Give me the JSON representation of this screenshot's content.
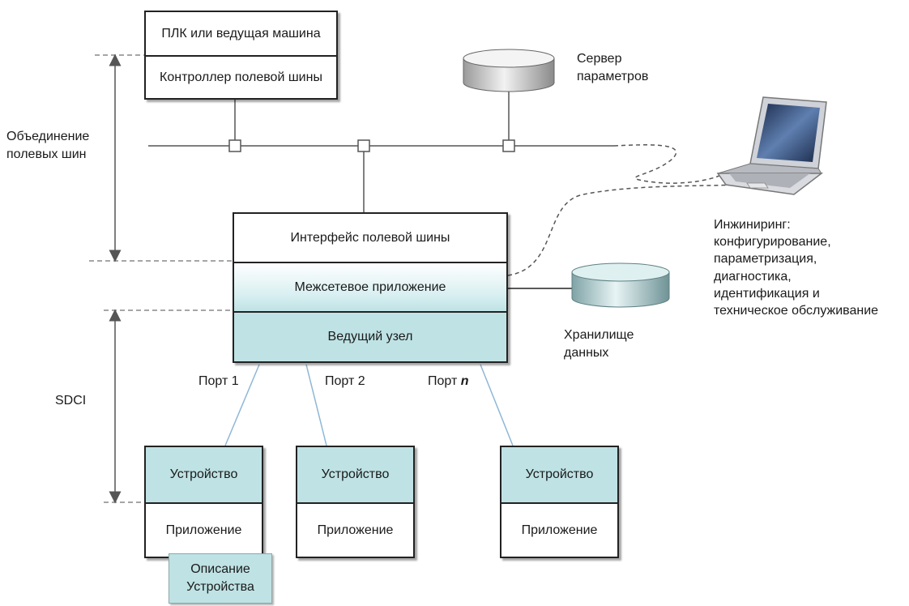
{
  "plc": {
    "top": "ПЛК или ведущая машина",
    "bottom": "Контроллер полевой шины"
  },
  "server": {
    "label": "Сервер параметров"
  },
  "left_labels": {
    "fieldbus": "Объединение полевых шин",
    "sdci": "SDCI"
  },
  "master": {
    "interface": "Интерфейс полевой шины",
    "gateway": "Межсетевое приложение",
    "node": "Ведущий узел"
  },
  "storage": {
    "label": "Хранилище данных"
  },
  "engineering": {
    "lines": [
      "Инжиниринг:",
      "конфигурирование,",
      "параметризация,",
      "диагностика,",
      "идентификация и",
      "техническое обслуживание"
    ]
  },
  "ports": {
    "port1": "Порт 1",
    "port2": "Порт 2",
    "portn_prefix": "Порт",
    "portn_suffix": "n"
  },
  "devices": [
    {
      "device": "Устройство",
      "app": "Приложение"
    },
    {
      "device": "Устройство",
      "app": "Приложение"
    },
    {
      "device": "Устройство",
      "app": "Приложение"
    }
  ],
  "note": {
    "text": "Описание Устройства"
  },
  "colors": {
    "teal": "#bfe2e4",
    "line": "#555555",
    "port_line": "#8fb7d6"
  }
}
